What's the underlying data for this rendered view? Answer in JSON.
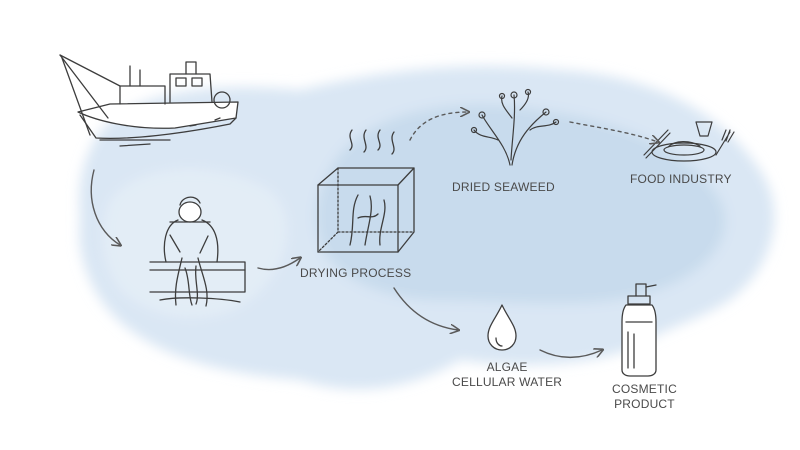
{
  "colors": {
    "wash": "#c9dcef",
    "wash_light": "#e3edf7",
    "ink": "#4a4a4a",
    "arrow": "#5a5a5a"
  },
  "labels": {
    "drying_process": "DRYING PROCESS",
    "dried_seaweed": "DRIED SEAWEED",
    "food_industry": "FOOD INDUSTRY",
    "algae_line1": "ALGAE",
    "algae_line2": "CELLULAR WATER",
    "cosmetic_line1": "COSMETIC",
    "cosmetic_line2": "PRODUCT"
  },
  "icons": {
    "boat": "fishing-boat-icon",
    "worker": "seaweed-harvester-icon",
    "dryer": "drying-box-icon",
    "seaweed": "dried-seaweed-icon",
    "food": "plated-meal-icon",
    "drop": "water-drop-icon",
    "bottle": "cosmetic-bottle-icon"
  }
}
